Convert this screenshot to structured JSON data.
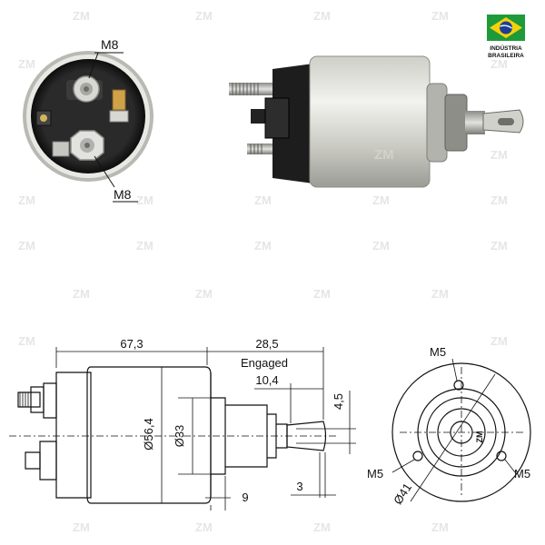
{
  "badge": {
    "line1": "INDÚSTRIA",
    "line2": "BRASILEIRA",
    "flag_colors": {
      "green": "#1e9a3a",
      "yellow": "#f5d10a",
      "blue": "#1c3f94"
    }
  },
  "watermark": {
    "text": "ZM"
  },
  "front_view": {
    "top_stud_label": "M8",
    "bottom_stud_label": "M8"
  },
  "product_photo": {
    "brand_mark": "ZM"
  },
  "side_drawing": {
    "length_body": "67,3",
    "length_plunger": "28,5",
    "engaged_label": "Engaged",
    "engaged_travel": "10,4",
    "hole_offset": "4,5",
    "body_diameter": "Ø56,4",
    "plunger_diameter": "Ø33",
    "flange_width": "9",
    "tip_width": "3"
  },
  "end_drawing": {
    "top_hole": "M5",
    "left_hole": "M5",
    "right_hole": "M5",
    "pcd": "Ø41",
    "center_mark": "ZM"
  }
}
